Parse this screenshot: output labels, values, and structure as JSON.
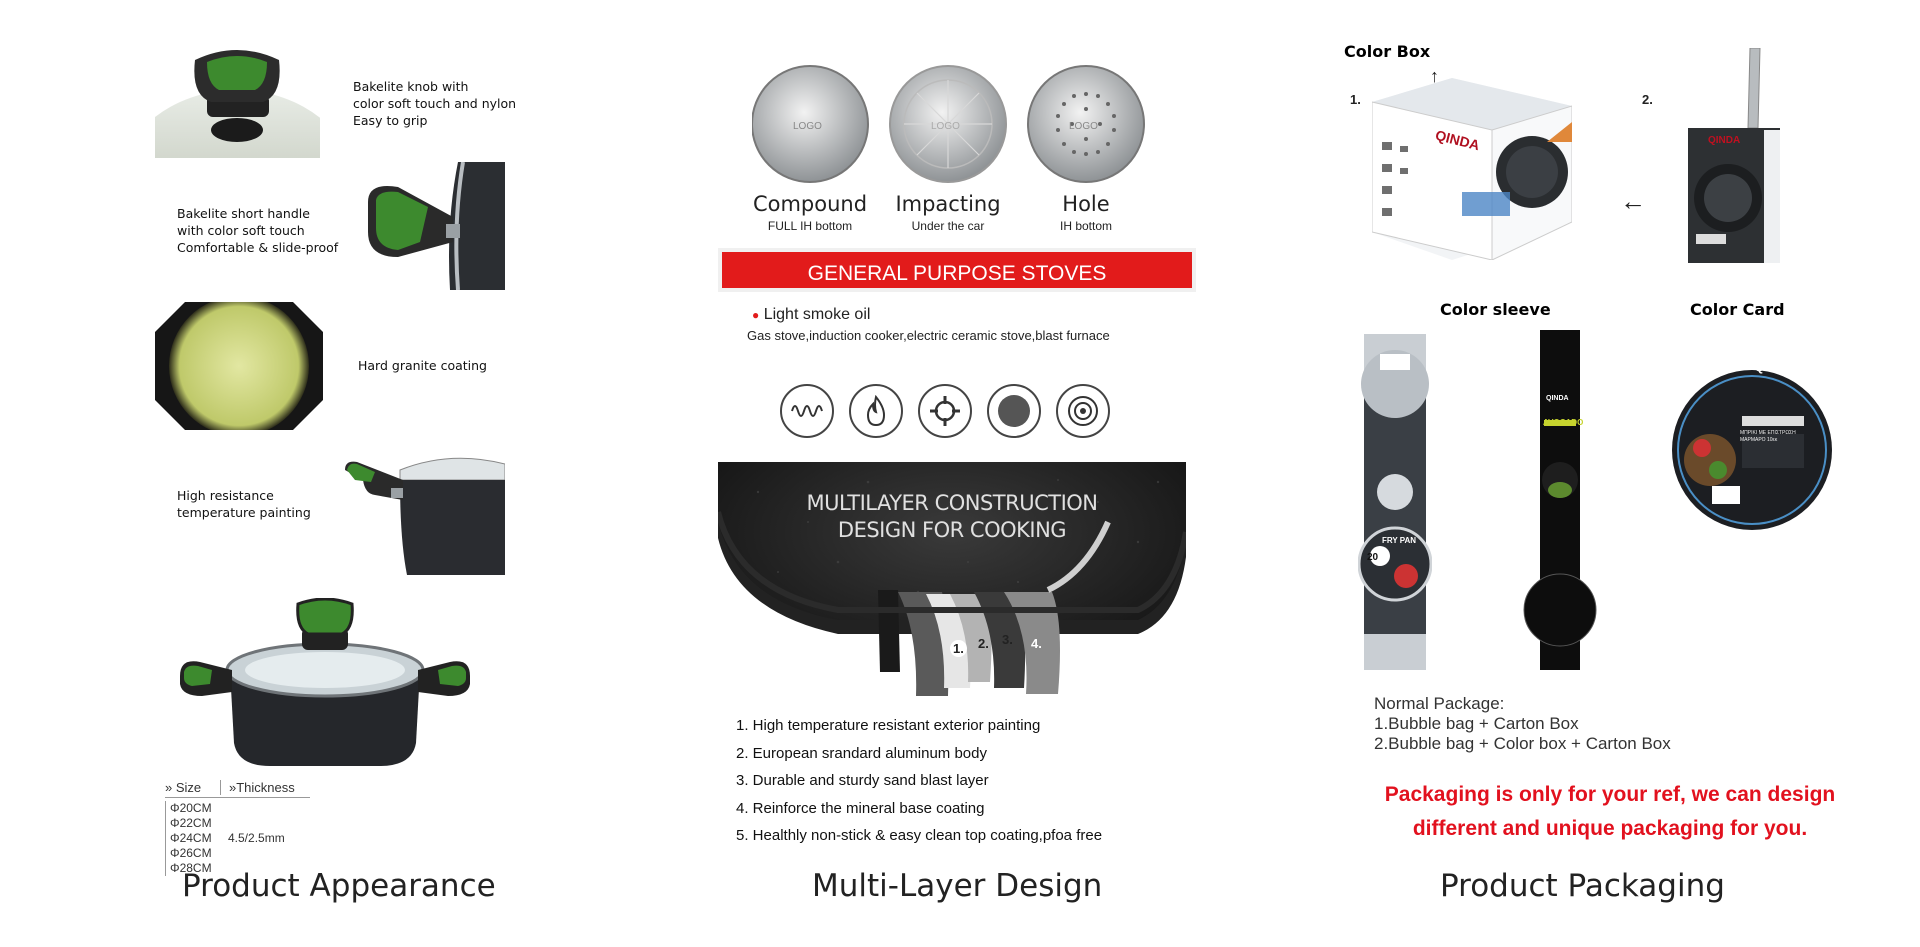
{
  "appearance": {
    "features": [
      {
        "text": "Bakelite knob with\ncolor soft touch and nylon\nEasy to grip"
      },
      {
        "text": "Bakelite short handle\nwith color soft touch\nComfortable & slide-proof"
      },
      {
        "text": "Hard granite coating"
      },
      {
        "text": "High resistance\ntemperature painting"
      }
    ],
    "size_header": "» Size",
    "thickness_header": "»Thickness",
    "sizes": [
      "Φ20CM",
      "Φ22CM",
      "Φ24CM",
      "Φ26CM",
      "Φ28CM"
    ],
    "thickness": "4.5/2.5mm",
    "caption": "Product Appearance"
  },
  "multilayer": {
    "discs": [
      {
        "label": "Compound",
        "sub": "FULL IH bottom",
        "logo": "LOGO"
      },
      {
        "label": "Impacting",
        "sub": "Under the car",
        "logo": "LOGO"
      },
      {
        "label": "Hole",
        "sub": "IH bottom",
        "logo": "LOGO"
      }
    ],
    "banner": "GENERAL PURPOSE STOVES",
    "oil_note": "Light smoke oil",
    "stoves": "Gas stove,induction cooker,electric ceramic stove,blast furnace",
    "stove_icons": [
      "induction-coil-icon",
      "flame-icon",
      "gas-burner-icon",
      "ceramic-plate-icon",
      "electric-hob-icon"
    ],
    "pan_title_1": "MULTILAYER CONSTRUCTION",
    "pan_title_2": "DESIGN FOR COOKING",
    "layer_numbers": [
      "1.",
      "2.",
      "3.",
      "4.",
      "5."
    ],
    "layers": [
      "1. High temperature resistant exterior painting",
      "2. European srandard aluminum body",
      "3. Durable and sturdy sand blast layer",
      "4. Reinforce the mineral base coating",
      "5. Healthly non-stick & easy clean top coating,pfoa free"
    ],
    "caption": "Multi-Layer Design"
  },
  "packaging": {
    "color_box": "Color Box",
    "num1": "1.",
    "num2": "2.",
    "color_sleeve": "Color sleeve",
    "color_card": "Color Card",
    "brand": "QINDA",
    "sleeve_left_label": "FRY PAN",
    "sleeve_left_size": "20",
    "sleeve_right_label": "AVOCADO",
    "card_text": "ΜΠΡΙΚΙ ΜΕ ΕΠΙΣΤΡΩΣΗ ΜΑΡΜΑΡΟ 10εκ",
    "normal_title": "Normal Package:",
    "normal_1": "1.Bubble bag + Carton Box",
    "normal_2": "2.Bubble bag + Color box + Carton Box",
    "red_1": "Packaging is only for your ref, we can design",
    "red_2": "different and unique packaging for you.",
    "caption": "Product Packaging"
  },
  "colors": {
    "accent_green": "#3d8a2e",
    "banner_red": "#e21b1b",
    "note_red": "#e2111e"
  }
}
